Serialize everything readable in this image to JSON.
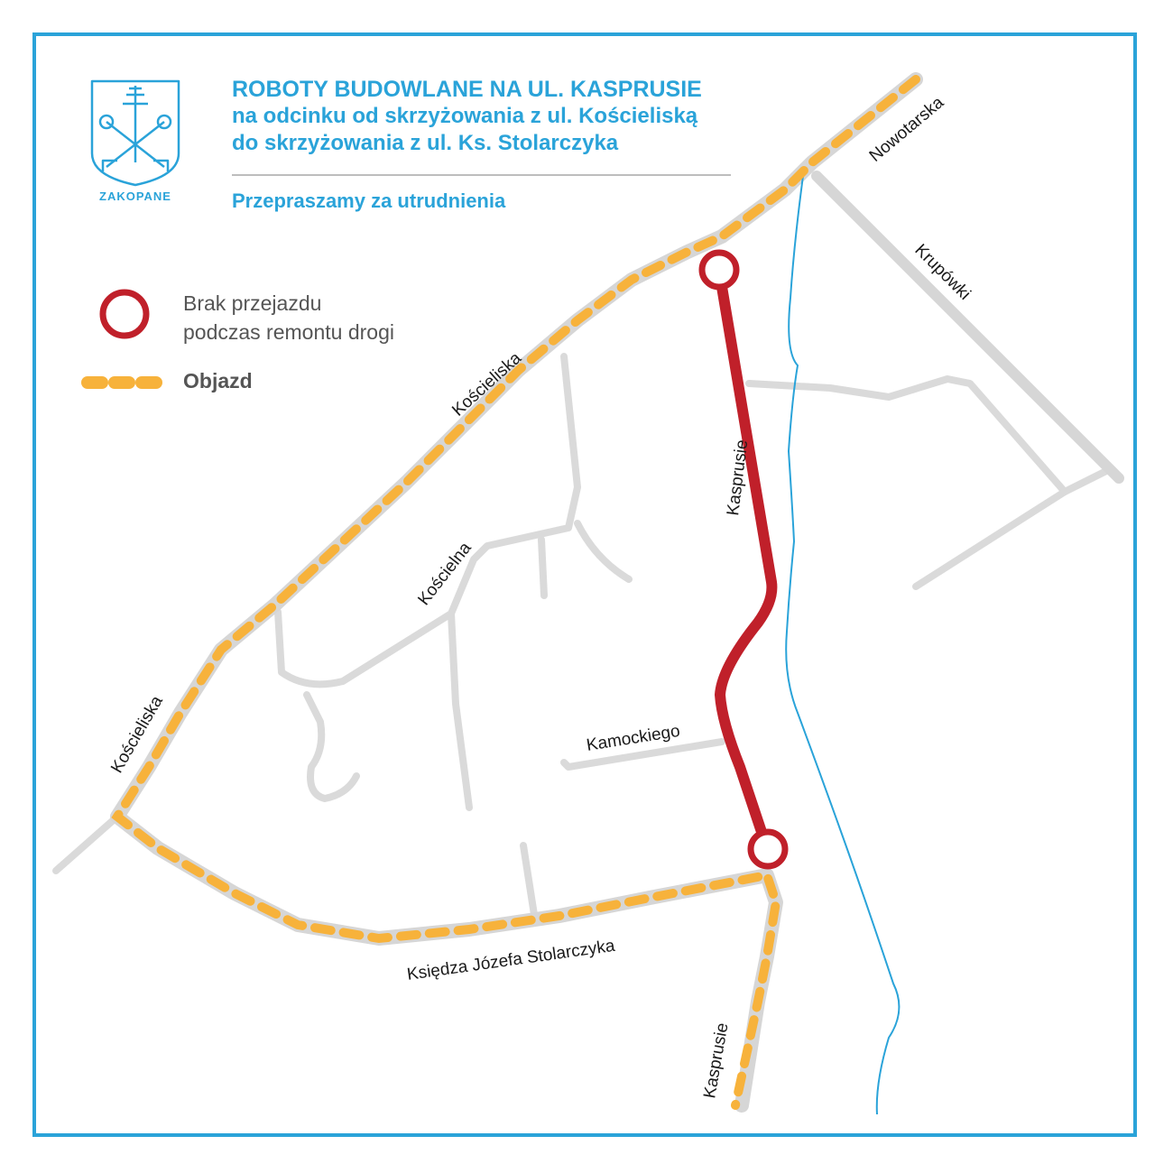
{
  "header": {
    "title_line1": "ROBOTY BUDOWLANE NA UL. KASPRUSIE",
    "title_line2": "na odcinku od skrzyżowania z ul. Kościeliską",
    "title_line3": "do skrzyżowania z ul. Ks. Stolarczyka",
    "subtitle": "Przepraszamy za utrudnienia"
  },
  "logo": {
    "text": "ZAKOPANE",
    "icon": "zakopane-coat-of-arms-icon"
  },
  "legend": {
    "closure_line1": "Brak przejazdu",
    "closure_line2": "podczas remontu drogi",
    "detour": "Objazd"
  },
  "streets": {
    "nowotarska": "Nowotarska",
    "krupowki": "Krupówki",
    "koscieliska_top": "Kościeliska",
    "koscieliska_left": "Kościeliska",
    "koscielna": "Kościelna",
    "kasprusie_mid": "Kasprusie",
    "kasprusie_bottom": "Kasprusie",
    "kamockiego": "Kamockiego",
    "stolarczyka": "Księdza Józefa Stolarczyka"
  },
  "colors": {
    "accent_blue": "#2aa3d9",
    "closure_red": "#c0202a",
    "detour_orange": "#f7b23b",
    "road_grey": "#d6d6d6",
    "river_blue": "#2aa3d9"
  }
}
